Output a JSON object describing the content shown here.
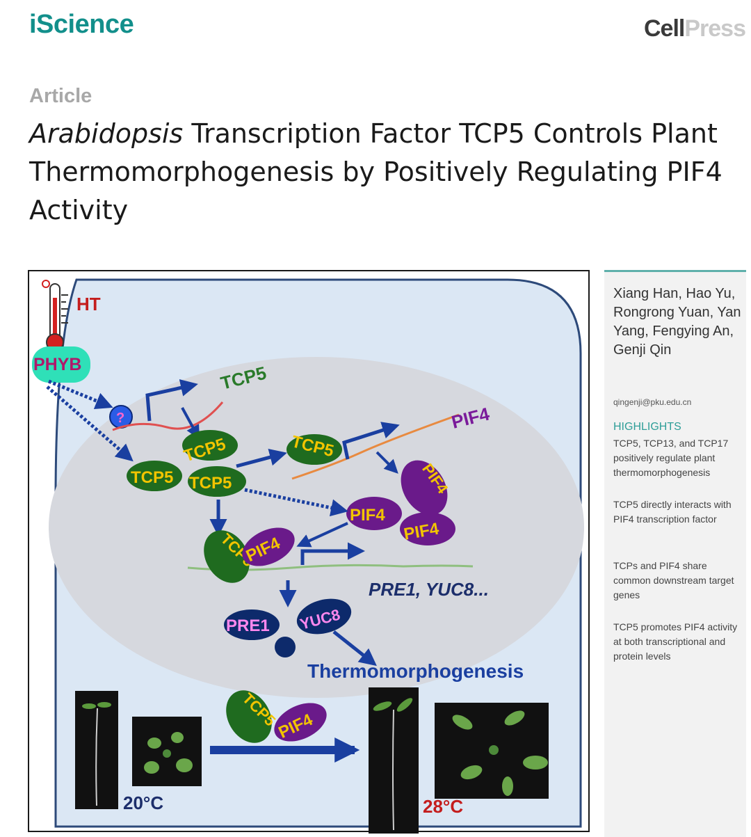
{
  "header": {
    "journal": "iScience",
    "publisher_cell": "Cell",
    "publisher_press": "Press"
  },
  "article": {
    "type": "Article",
    "title_italic": "Arabidopsis",
    "title_rest": " Transcription Factor TCP5 Controls Plant Thermomorphogenesis by Positively Regulating PIF4 Activity"
  },
  "figure": {
    "ht": "HT",
    "phyb": "PHYB",
    "unknown": "?",
    "tcp5": "TCP5",
    "pif4": "PIF4",
    "pre1": "PRE1",
    "yuc8": "YUC8",
    "targets": "PRE1, YUC8...",
    "outcome": "Thermomorphogenesis",
    "temp_low": "20°C",
    "temp_high": "28°C"
  },
  "sidebar": {
    "authors": "Xiang Han, Hao Yu, Rongrong Yuan, Yan Yang, Fengying An, Genji Qin",
    "email": "qingenji@pku.edu.cn",
    "highlights_title": "HIGHLIGHTS",
    "highlights": [
      "TCP5, TCP13, and TCP17 positively regulate plant thermomorphogenesis",
      "TCP5 directly interacts with PIF4 transcription factor",
      "TCPs and PIF4 share common downstream target genes",
      "TCP5 promotes PIF4 activity at both transcriptional and protein levels"
    ]
  },
  "colors": {
    "accent": "#128f8b",
    "tcp_green": "#1f6b1f",
    "pif_purple": "#6a1a8a",
    "arrow_blue": "#1a3fa0",
    "nucleus_grey": "#d6d8de",
    "cell_blue": "#dbe7f4"
  }
}
